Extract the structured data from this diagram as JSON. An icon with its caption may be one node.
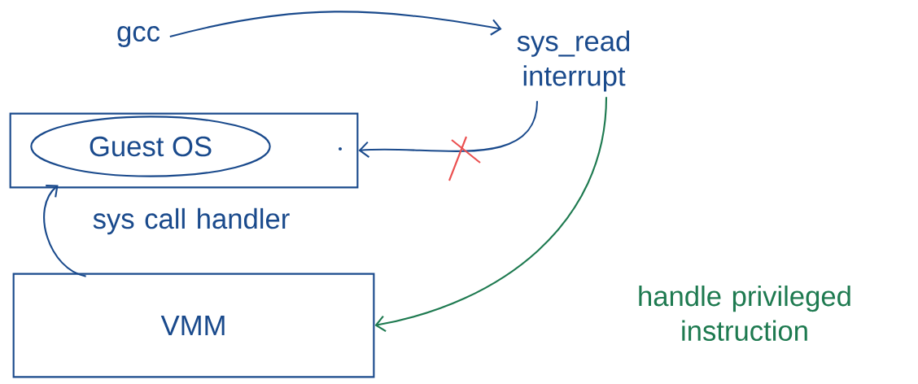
{
  "diagram": {
    "nodes": [
      {
        "text": [
          "gcc"
        ]
      },
      {
        "text": [
          "sys_read interrupt"
        ]
      },
      {
        "text": [],
        "shape": "box"
      },
      {
        "text": [
          "Guest OS"
        ],
        "in": 2
      },
      {
        "text": [
          "VMM"
        ]
      }
    ],
    "edges": [
      {
        "from": 0,
        "to": 1,
        "arrow": "to"
      },
      {
        "from": 1,
        "to": 2,
        "arrow": "to"
      },
      {
        "from": 1,
        "to": 4,
        "arrow": "to",
        "color": "#1e7a50",
        "label": "handle privileged instruction"
      },
      {
        "from": 4,
        "to": 2,
        "arrow": "to",
        "label": "sys call handler"
      }
    ]
  }
}
